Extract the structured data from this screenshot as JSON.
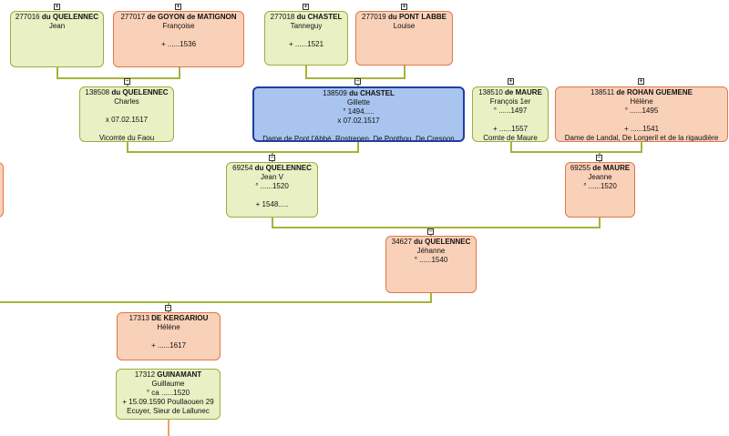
{
  "persons": [
    {
      "id": "p277016",
      "num": "277016",
      "surname": "du QUELENNEC",
      "given": "Jean",
      "lines": []
    },
    {
      "id": "p277017",
      "num": "277017",
      "surname": "de GOYON de MATIGNON",
      "given": "Françoise",
      "lines": [
        "",
        "",
        "+ ......1536"
      ]
    },
    {
      "id": "p277018",
      "num": "277018",
      "surname": "du CHASTEL",
      "given": "Tanneguy",
      "lines": [
        "",
        "",
        "+ ......1521"
      ]
    },
    {
      "id": "p277019",
      "num": "277019",
      "surname": "du PONT LABBE",
      "given": "Louise",
      "lines": []
    },
    {
      "id": "p138508",
      "num": "138508",
      "surname": "du QUELENNEC",
      "given": "Charles",
      "lines": [
        "",
        "x 07.02.1517",
        "",
        "Vicomte du Faou"
      ]
    },
    {
      "id": "p138509",
      "num": "138509",
      "surname": "du CHASTEL",
      "given": "Gillette",
      "lines": [
        "° 1494.....",
        "x 07.02.1517",
        "",
        "Dame de Pont l'Abbé, Rostrenen, De Ponthou, De Crespon"
      ]
    },
    {
      "id": "p138510",
      "num": "138510",
      "surname": "de MAURE",
      "given": "François 1er",
      "lines": [
        "° ......1497",
        "",
        "+ ......1557",
        "Comte de Maure"
      ]
    },
    {
      "id": "p138511",
      "num": "138511",
      "surname": "de ROHAN GUEMENE",
      "given": "Hélène",
      "lines": [
        "° ......1495",
        "",
        "+ ......1541",
        "Dame de Landal, De Lorgeril et de la rigaudière"
      ]
    },
    {
      "id": "p69254",
      "num": "69254",
      "surname": "du QUELENNEC",
      "given": "Jean V",
      "lines": [
        "° ......1520",
        "",
        "+ 1548....."
      ]
    },
    {
      "id": "p69255",
      "num": "69255",
      "surname": "de MAURE",
      "given": "Jeanne",
      "lines": [
        "° ......1520"
      ]
    },
    {
      "id": "p34627",
      "num": "34627",
      "surname": "du QUELENNEC",
      "given": "Jéhanne",
      "lines": [
        "° ......1540"
      ]
    },
    {
      "id": "p17313",
      "num": "17313",
      "surname": "DE KERGARIOU",
      "given": "Hélène",
      "lines": [
        "",
        "+ ......1617"
      ]
    },
    {
      "id": "p17312",
      "num": "17312",
      "surname": "GUINAMANT",
      "given": "Guillaume",
      "lines": [
        "° ca ......1520",
        "+ 15.09.1590 Poullaouen 29",
        "Ecuyer, Sieur de Lallunec"
      ]
    }
  ],
  "toggles": {
    "plus": "+",
    "minus": "−"
  }
}
